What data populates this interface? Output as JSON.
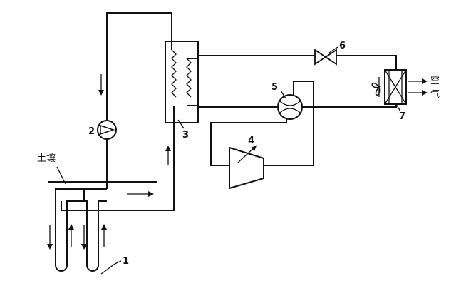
{
  "labels": {
    "soil": "土壤",
    "air_line1": "空",
    "air_line2": "气",
    "n1": "1",
    "n2": "2",
    "n3": "3",
    "n4": "4",
    "n5": "5",
    "n6": "6",
    "n7": "7"
  },
  "colors": {
    "line": "#111111",
    "background": "#ffffff"
  }
}
